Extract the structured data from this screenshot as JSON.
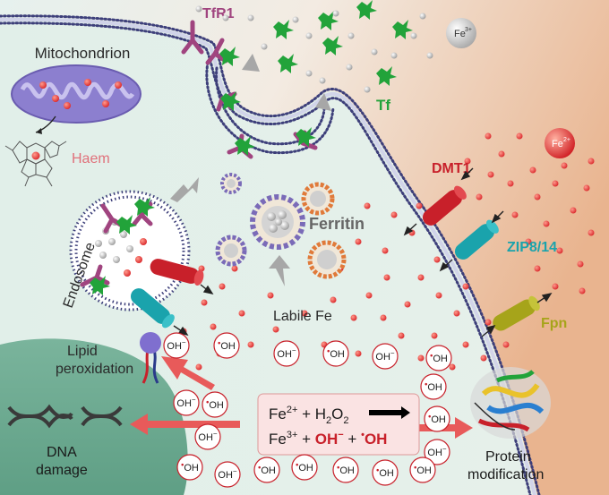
{
  "labels": {
    "tfr1": "TfR1",
    "mitochondrion": "Mitochondrion",
    "haem": "Haem",
    "endosome": "Endosome",
    "ferritin": "Ferritin",
    "tf": "Tf",
    "fe3": "Fe",
    "fe3_sup": "3+",
    "fe2": "Fe",
    "fe2_sup": "2+",
    "dmt1": "DMT1",
    "zip": "ZIP8/14",
    "fpn": "Fpn",
    "labile_fe": "Labile Fe",
    "lipid_peroxidation_1": "Lipid",
    "lipid_peroxidation_2": "peroxidation",
    "dna_damage_1": "DNA",
    "dna_damage_2": "damage",
    "protein_mod_1": "Protein",
    "protein_mod_2": "modification"
  },
  "reaction": {
    "line1_fe": "Fe",
    "line1_sup": "2+",
    "line1_rest": " + H",
    "line1_sub": "2",
    "line1_o": "O",
    "line1_sub2": "2",
    "line2_fe": "Fe",
    "line2_sup": "3+",
    "line2_plus": " + ",
    "line2_oh": "OH",
    "line2_minus": "−",
    "line2_plus2": " + ",
    "line2_dot": "•",
    "line2_oh2": "OH"
  },
  "radicals": {
    "oh_radical": "OH",
    "oh_ion": "OH",
    "ion_sign": "−",
    "dot": "•"
  },
  "colors": {
    "tfr1": "#a0447f",
    "tf": "#22a33a",
    "dmt1": "#c8202a",
    "zip": "#1aa3ac",
    "fpn": "#a6a41a",
    "mito": "#8c7fcf",
    "haem_text": "#e0707a",
    "membrane": "#3d3f7a",
    "iron": "#e0403a"
  }
}
